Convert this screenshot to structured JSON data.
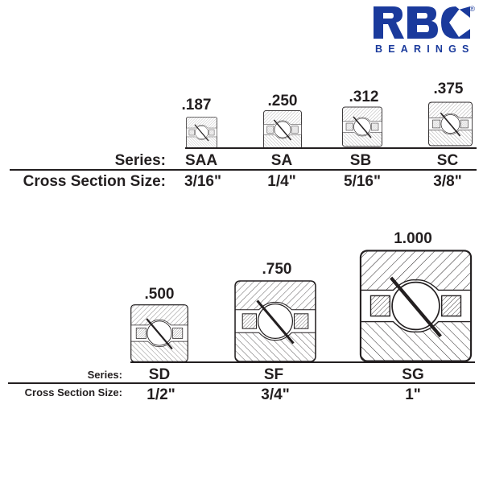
{
  "logo": {
    "brand": "RBC",
    "subtitle": "BEARINGS",
    "registered": "®",
    "color": "#1a3a9c"
  },
  "top_group": {
    "series_label": "Series:",
    "size_label": "Cross Section Size:",
    "items": [
      {
        "value": ".187",
        "series": "SAA",
        "size": "3/16\""
      },
      {
        "value": ".250",
        "series": "SA",
        "size": "1/4\""
      },
      {
        "value": ".312",
        "series": "SB",
        "size": "5/16\""
      },
      {
        "value": ".375",
        "series": "SC",
        "size": "3/8\""
      }
    ]
  },
  "bottom_group": {
    "series_label": "Series:",
    "size_label": "Cross Section Size:",
    "items": [
      {
        "value": ".500",
        "series": "SD",
        "size": "1/2\""
      },
      {
        "value": ".750",
        "series": "SF",
        "size": "3/4\""
      },
      {
        "value": "1.000",
        "series": "SG",
        "size": "1\""
      }
    ]
  }
}
